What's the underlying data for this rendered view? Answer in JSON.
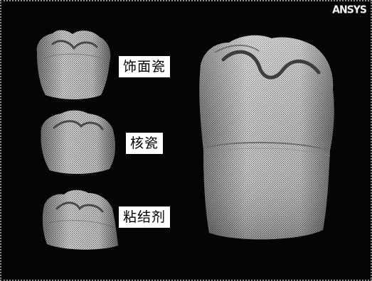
{
  "viewport": {
    "logo_text": "ANSYS",
    "background_color": "#050505"
  },
  "components": [
    {
      "label": "饰面瓷"
    },
    {
      "label": "核瓷"
    },
    {
      "label": "粘结剂"
    }
  ]
}
